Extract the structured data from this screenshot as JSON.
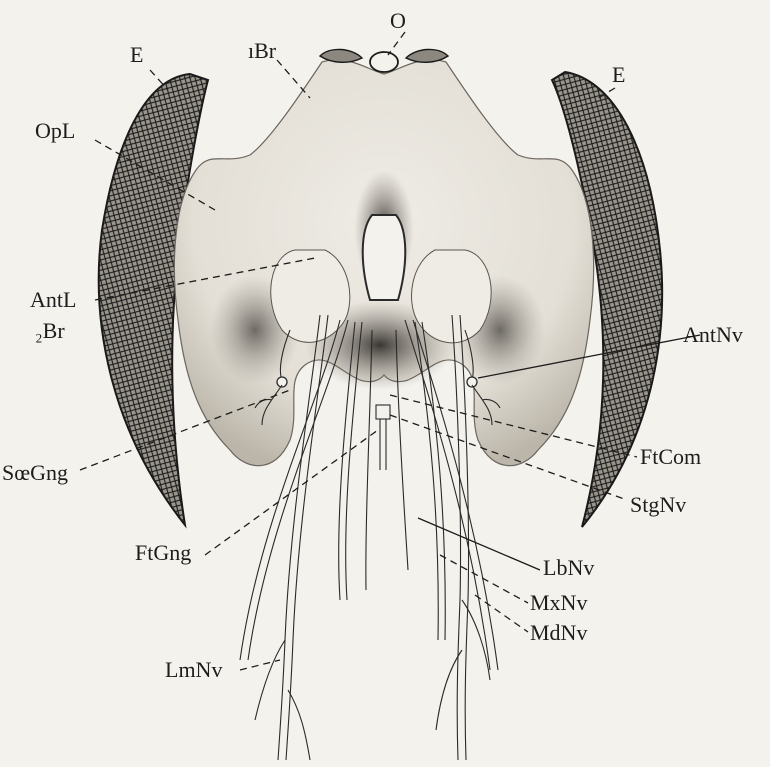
{
  "figure": {
    "labels": {
      "O": "O",
      "E_left": "E",
      "E_right": "E",
      "Br1": "ıBr",
      "OpL": "OpL",
      "AntL": "AntL",
      "Br2": "₂Br",
      "AntNv": "AntNv",
      "SoeGng": "SœGng",
      "FtCom": "FtCom",
      "StgNv": "StgNv",
      "FtGng": "FtGng",
      "LbNv": "LbNv",
      "MxNv": "MxNv",
      "MdNv": "MdNv",
      "LmNv": "LmNv"
    }
  },
  "colors": {
    "background": "#f4f2ed",
    "ink": "#1d1d1d",
    "tissue": "#ebe8e1"
  }
}
